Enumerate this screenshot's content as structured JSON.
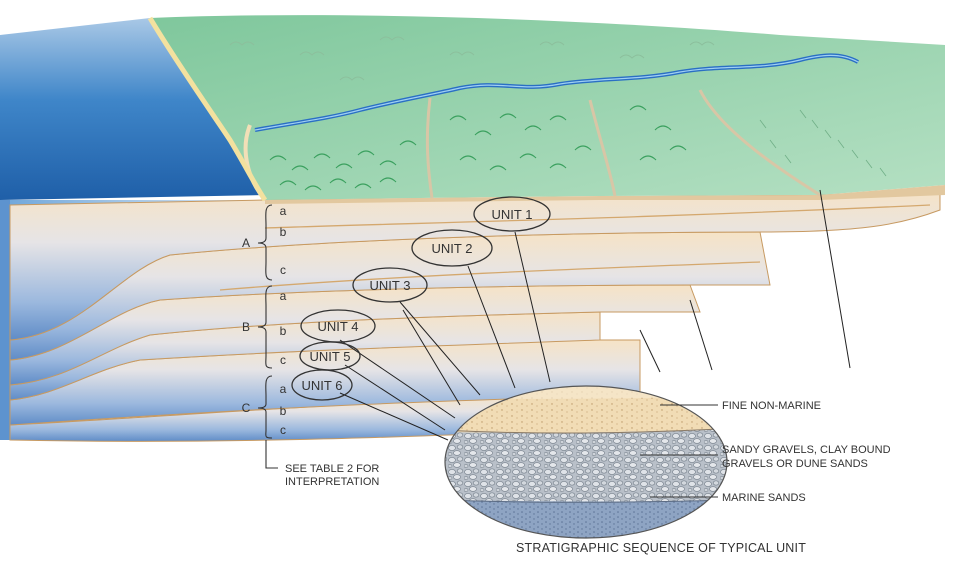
{
  "groups": [
    {
      "letter": "A",
      "subunits": [
        "a",
        "b",
        "c"
      ]
    },
    {
      "letter": "B",
      "subunits": [
        "a",
        "b",
        "c"
      ]
    },
    {
      "letter": "C",
      "subunits": [
        "a",
        "b",
        "c"
      ]
    }
  ],
  "units": [
    "UNIT 1",
    "UNIT 2",
    "UNIT 3",
    "UNIT 4",
    "UNIT 5",
    "UNIT 6"
  ],
  "note": {
    "line1": "SEE TABLE 2 FOR",
    "line2": "INTERPRETATION"
  },
  "layers": {
    "top": "FINE NON-MARINE",
    "middle_line1": "SANDY GRAVELS, CLAY BOUND",
    "middle_line2": "GRAVELS OR DUNE SANDS",
    "bottom": "MARINE SANDS"
  },
  "caption": "STRATIGRAPHIC SEQUENCE OF TYPICAL UNIT",
  "colors": {
    "ocean": "#3d86c8",
    "land": "#8fd0a8",
    "river": "#2a6fc4",
    "terrace_sand": "#f1d9b4",
    "stratum_blue": "#b9cde6"
  }
}
